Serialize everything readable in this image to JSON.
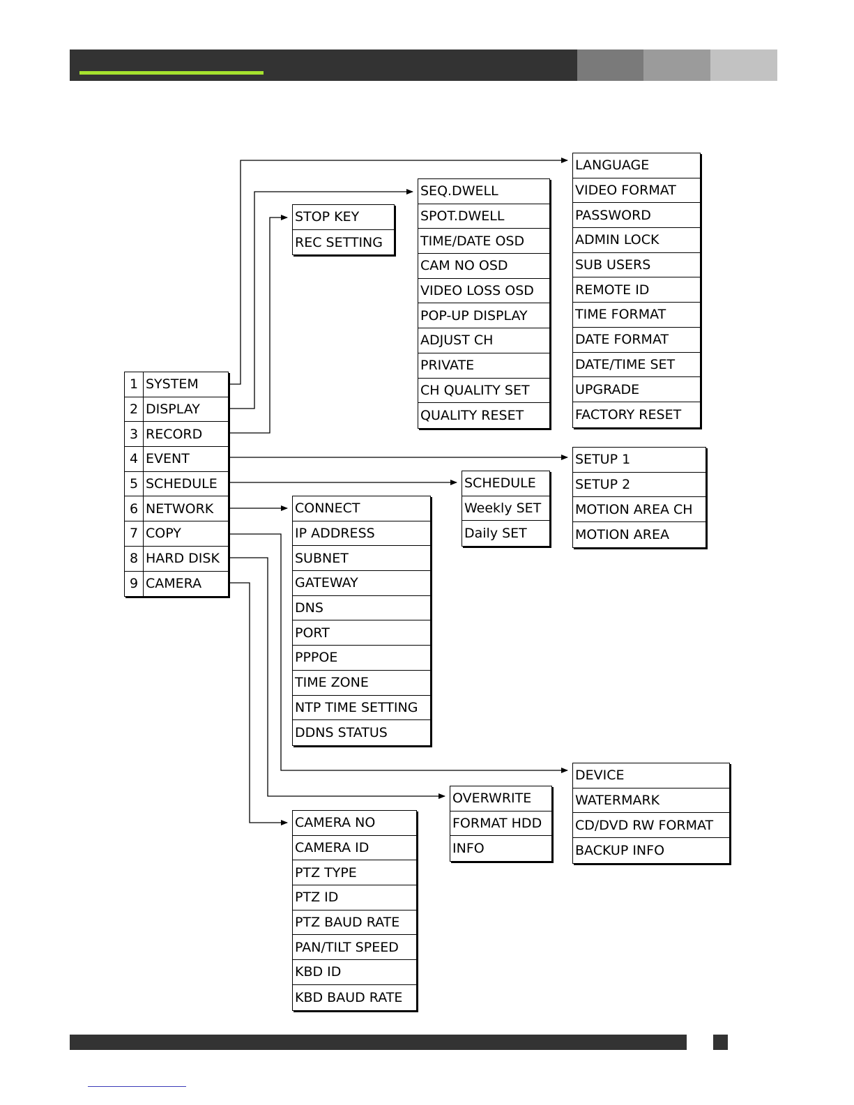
{
  "main_menu": [
    {
      "num": "1",
      "label": "SYSTEM"
    },
    {
      "num": "2",
      "label": "DISPLAY"
    },
    {
      "num": "3",
      "label": "RECORD"
    },
    {
      "num": "4",
      "label": "EVENT"
    },
    {
      "num": "5",
      "label": "SCHEDULE"
    },
    {
      "num": "6",
      "label": "NETWORK"
    },
    {
      "num": "7",
      "label": "COPY"
    },
    {
      "num": "8",
      "label": "HARD DISK"
    },
    {
      "num": "9",
      "label": "CAMERA"
    }
  ],
  "system_menu": [
    "LANGUAGE",
    "VIDEO FORMAT",
    "PASSWORD",
    "ADMIN LOCK",
    "SUB USERS",
    "REMOTE ID",
    "TIME FORMAT",
    "DATE FORMAT",
    "DATE/TIME SET",
    "UPGRADE",
    "FACTORY RESET"
  ],
  "display_menu": [
    "SEQ.DWELL",
    "SPOT.DWELL",
    "TIME/DATE OSD",
    "CAM NO OSD",
    "VIDEO LOSS OSD",
    "POP-UP DISPLAY",
    "ADJUST CH",
    "PRIVATE",
    "CH QUALITY SET",
    "QUALITY RESET"
  ],
  "record_menu": [
    "STOP KEY",
    "REC SETTING"
  ],
  "event_menu": [
    "SETUP 1",
    "SETUP 2",
    "MOTION AREA CH",
    "MOTION AREA"
  ],
  "schedule_menu": [
    "SCHEDULE",
    "Weekly SET",
    "Daily SET"
  ],
  "network_menu": [
    "CONNECT",
    "IP ADDRESS",
    "SUBNET",
    "GATEWAY",
    "DNS",
    "PORT",
    "PPPOE",
    "TIME ZONE",
    "NTP TIME SETTING",
    "DDNS STATUS"
  ],
  "copy_menu": [
    "DEVICE",
    "WATERMARK",
    "CD/DVD RW FORMAT",
    "BACKUP INFO"
  ],
  "harddisk_menu": [
    "OVERWRITE",
    "FORMAT HDD",
    "INFO"
  ],
  "camera_menu": [
    "CAMERA NO",
    "CAMERA ID",
    "PTZ TYPE",
    "PTZ ID",
    "PTZ BAUD RATE",
    "PAN/TILT SPEED",
    "KBD ID",
    "KBD BAUD RATE"
  ]
}
